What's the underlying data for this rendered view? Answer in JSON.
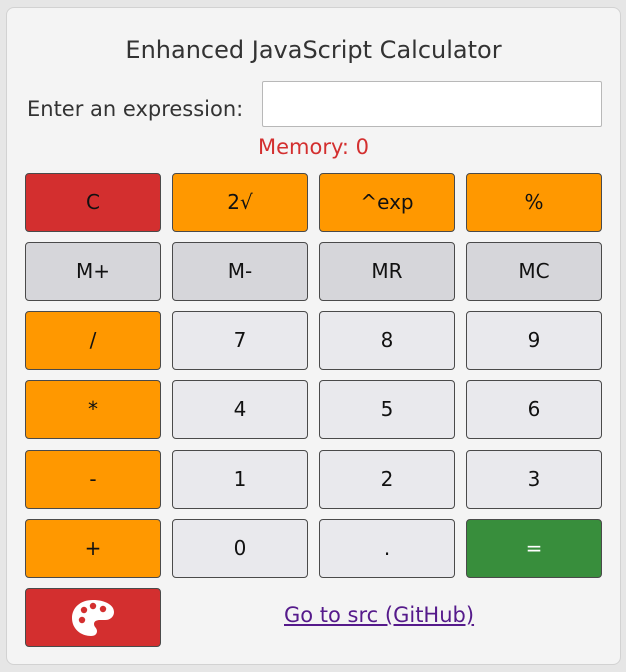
{
  "header": {
    "title": "Enhanced JavaScript Calculator"
  },
  "expression": {
    "label": "Enter an expression:",
    "value": "",
    "placeholder": ""
  },
  "memory": {
    "text": "Memory: 0"
  },
  "buttons": {
    "clear": "C",
    "sqrt": "2√",
    "exp": "^exp",
    "percent": "%",
    "m_plus": "M+",
    "m_minus": "M-",
    "mr": "MR",
    "mc": "MC",
    "divide": "/",
    "seven": "7",
    "eight": "8",
    "nine": "9",
    "multiply": "*",
    "four": "4",
    "five": "5",
    "six": "6",
    "subtract": "-",
    "one": "1",
    "two": "2",
    "three": "3",
    "add": "+",
    "zero": "0",
    "decimal": ".",
    "equals": "="
  },
  "theme_button": {
    "icon": "palette-icon"
  },
  "link": {
    "text": "Go to src (GitHub)"
  },
  "colors": {
    "red": "#d32f2f",
    "orange": "#ff9800",
    "memory_gray": "#d6d6da",
    "digit_gray": "#e9e9ed",
    "green": "#388e3c",
    "link": "#551a8b"
  }
}
